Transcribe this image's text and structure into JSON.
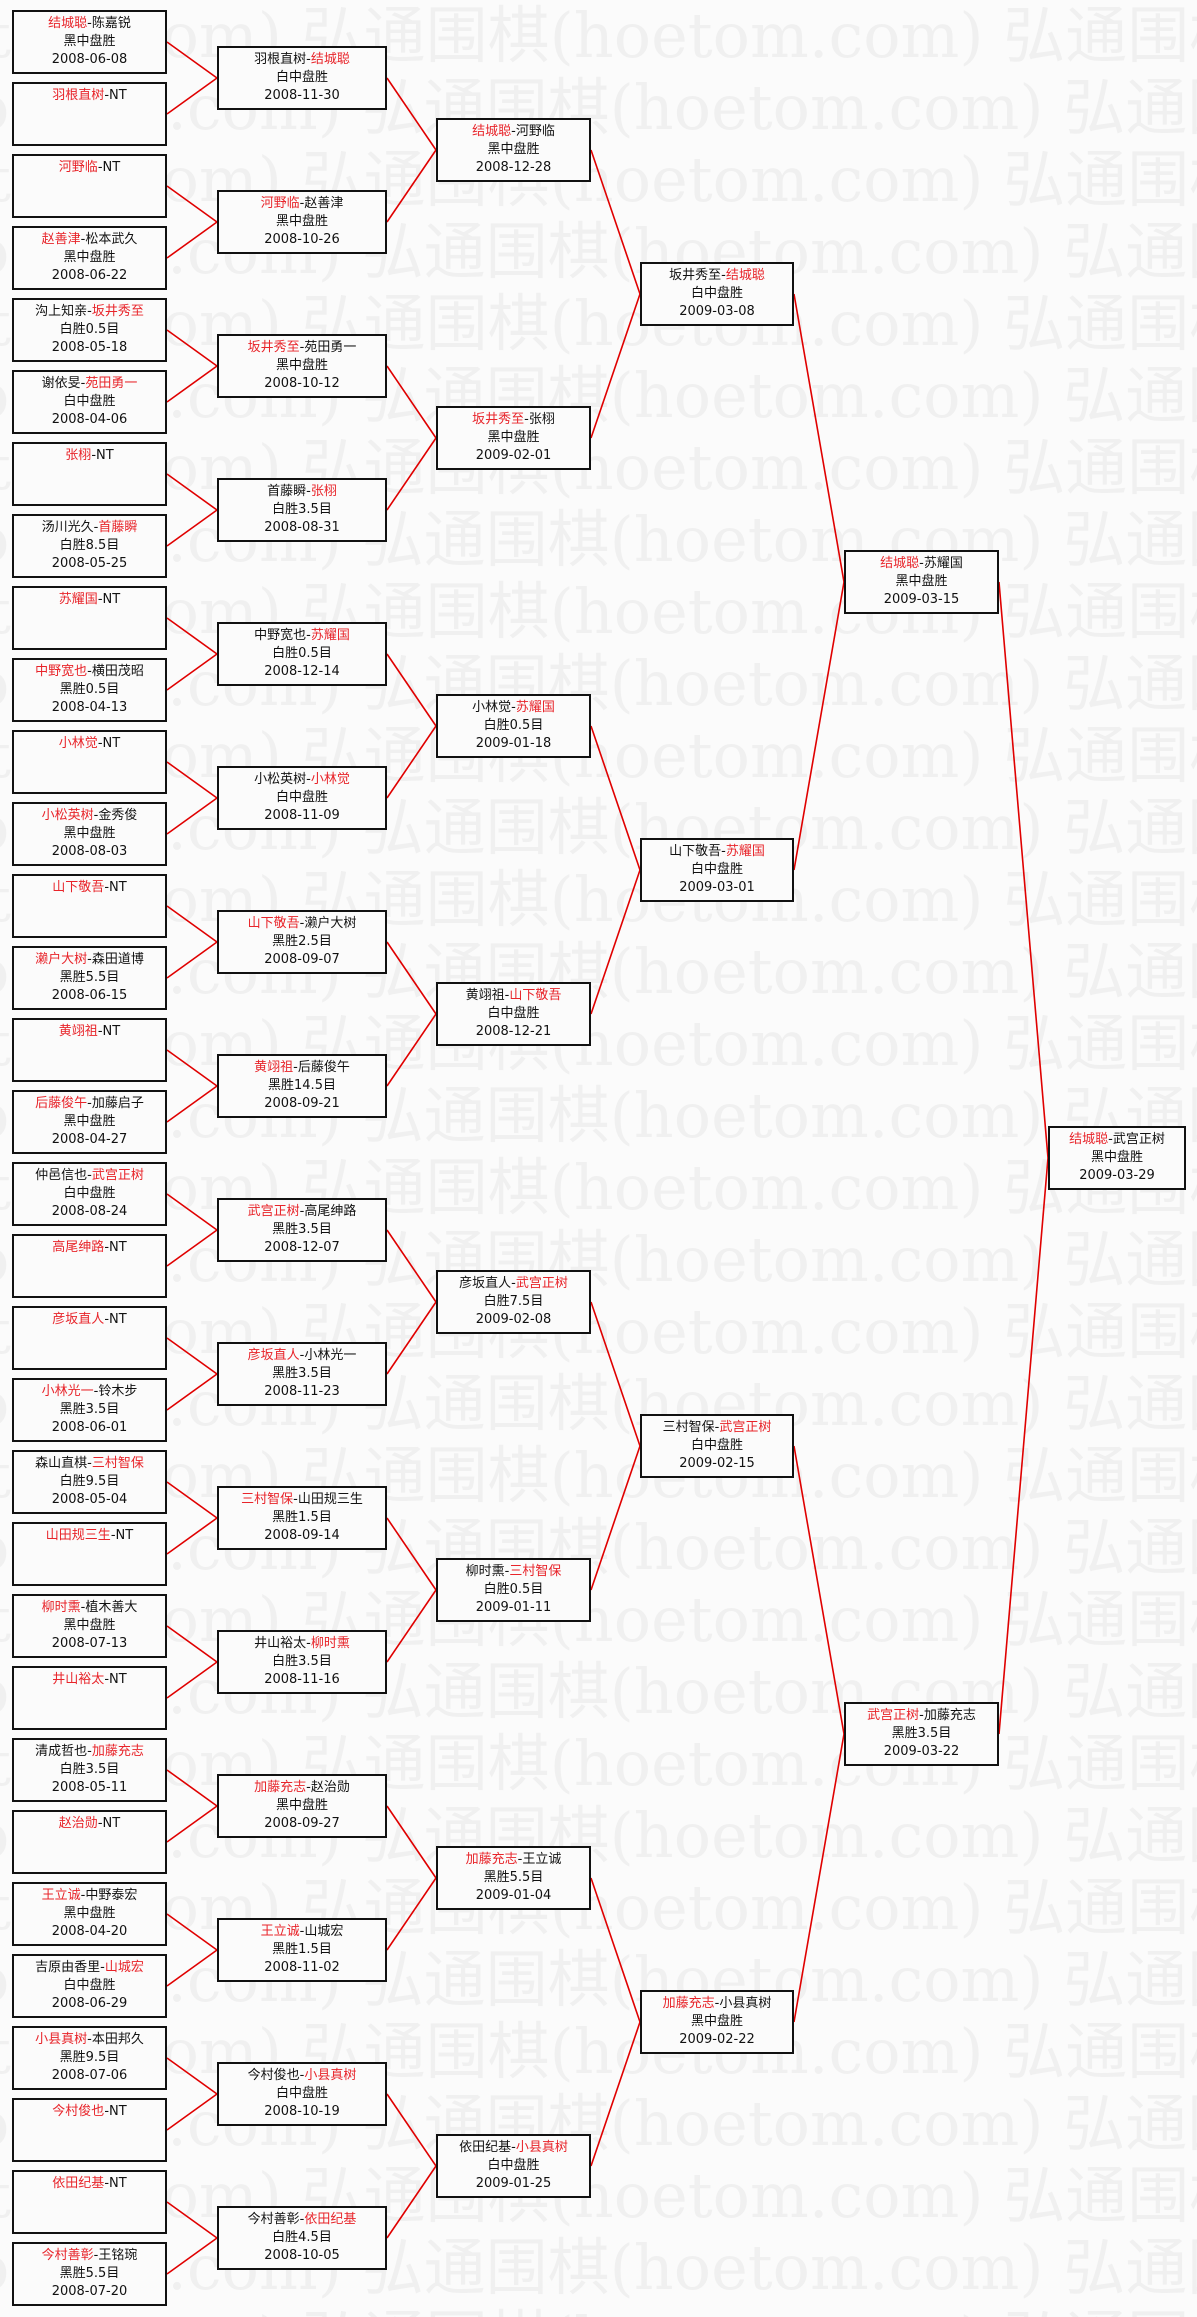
{
  "watermark": "弘通围棋(hoetom.com)",
  "colors": {
    "winner": "#e8242a",
    "line": "#e00000",
    "border": "#111111"
  },
  "nt_label": "NT",
  "rounds": [
    [
      {
        "p1": "结城聪",
        "p2": "陈嘉锐",
        "winner": 1,
        "result": "黑中盘胜",
        "date": "2008-06-08"
      },
      {
        "p1": "羽根直树",
        "p2": "NT",
        "winner": 1,
        "result": "",
        "date": ""
      },
      {
        "p1": "河野临",
        "p2": "NT",
        "winner": 1,
        "result": "",
        "date": ""
      },
      {
        "p1": "赵善津",
        "p2": "松本武久",
        "winner": 1,
        "result": "黑中盘胜",
        "date": "2008-06-22"
      },
      {
        "p1": "沟上知亲",
        "p2": "坂井秀至",
        "winner": 2,
        "result": "白胜0.5目",
        "date": "2008-05-18"
      },
      {
        "p1": "谢依旻",
        "p2": "苑田勇一",
        "winner": 2,
        "result": "白中盘胜",
        "date": "2008-04-06"
      },
      {
        "p1": "张栩",
        "p2": "NT",
        "winner": 1,
        "result": "",
        "date": ""
      },
      {
        "p1": "汤川光久",
        "p2": "首藤瞬",
        "winner": 2,
        "result": "白胜8.5目",
        "date": "2008-05-25"
      },
      {
        "p1": "苏耀国",
        "p2": "NT",
        "winner": 1,
        "result": "",
        "date": ""
      },
      {
        "p1": "中野宽也",
        "p2": "横田茂昭",
        "winner": 1,
        "result": "黑胜0.5目",
        "date": "2008-04-13"
      },
      {
        "p1": "小林觉",
        "p2": "NT",
        "winner": 1,
        "result": "",
        "date": ""
      },
      {
        "p1": "小松英树",
        "p2": "金秀俊",
        "winner": 1,
        "result": "黑中盘胜",
        "date": "2008-08-03"
      },
      {
        "p1": "山下敬吾",
        "p2": "NT",
        "winner": 1,
        "result": "",
        "date": ""
      },
      {
        "p1": "濑户大树",
        "p2": "森田道博",
        "winner": 1,
        "result": "黑胜5.5目",
        "date": "2008-06-15"
      },
      {
        "p1": "黄翊祖",
        "p2": "NT",
        "winner": 1,
        "result": "",
        "date": ""
      },
      {
        "p1": "后藤俊午",
        "p2": "加藤启子",
        "winner": 1,
        "result": "黑中盘胜",
        "date": "2008-04-27"
      },
      {
        "p1": "仲邑信也",
        "p2": "武宫正树",
        "winner": 2,
        "result": "白中盘胜",
        "date": "2008-08-24"
      },
      {
        "p1": "高尾绅路",
        "p2": "NT",
        "winner": 1,
        "result": "",
        "date": ""
      },
      {
        "p1": "彦坂直人",
        "p2": "NT",
        "winner": 1,
        "result": "",
        "date": ""
      },
      {
        "p1": "小林光一",
        "p2": "铃木步",
        "winner": 1,
        "result": "黑胜3.5目",
        "date": "2008-06-01"
      },
      {
        "p1": "森山直棋",
        "p2": "三村智保",
        "winner": 2,
        "result": "白胜9.5目",
        "date": "2008-05-04"
      },
      {
        "p1": "山田规三生",
        "p2": "NT",
        "winner": 1,
        "result": "",
        "date": ""
      },
      {
        "p1": "柳时熏",
        "p2": "植木善大",
        "winner": 1,
        "result": "黑中盘胜",
        "date": "2008-07-13"
      },
      {
        "p1": "井山裕太",
        "p2": "NT",
        "winner": 1,
        "result": "",
        "date": ""
      },
      {
        "p1": "清成哲也",
        "p2": "加藤充志",
        "winner": 2,
        "result": "白胜3.5目",
        "date": "2008-05-11"
      },
      {
        "p1": "赵治勋",
        "p2": "NT",
        "winner": 1,
        "result": "",
        "date": ""
      },
      {
        "p1": "王立诚",
        "p2": "中野泰宏",
        "winner": 1,
        "result": "黑中盘胜",
        "date": "2008-04-20"
      },
      {
        "p1": "吉原由香里",
        "p2": "山城宏",
        "winner": 2,
        "result": "白中盘胜",
        "date": "2008-06-29"
      },
      {
        "p1": "小县真树",
        "p2": "本田邦久",
        "winner": 1,
        "result": "黑胜9.5目",
        "date": "2008-07-06"
      },
      {
        "p1": "今村俊也",
        "p2": "NT",
        "winner": 1,
        "result": "",
        "date": ""
      },
      {
        "p1": "依田纪基",
        "p2": "NT",
        "winner": 1,
        "result": "",
        "date": ""
      },
      {
        "p1": "今村善彰",
        "p2": "王铭琬",
        "winner": 1,
        "result": "黑胜5.5目",
        "date": "2008-07-20"
      }
    ],
    [
      {
        "p1": "羽根直树",
        "p2": "结城聪",
        "winner": 2,
        "result": "白中盘胜",
        "date": "2008-11-30"
      },
      {
        "p1": "河野临",
        "p2": "赵善津",
        "winner": 1,
        "result": "黑中盘胜",
        "date": "2008-10-26"
      },
      {
        "p1": "坂井秀至",
        "p2": "苑田勇一",
        "winner": 1,
        "result": "黑中盘胜",
        "date": "2008-10-12"
      },
      {
        "p1": "首藤瞬",
        "p2": "张栩",
        "winner": 2,
        "result": "白胜3.5目",
        "date": "2008-08-31"
      },
      {
        "p1": "中野宽也",
        "p2": "苏耀国",
        "winner": 2,
        "result": "白胜0.5目",
        "date": "2008-12-14"
      },
      {
        "p1": "小松英树",
        "p2": "小林觉",
        "winner": 2,
        "result": "白中盘胜",
        "date": "2008-11-09"
      },
      {
        "p1": "山下敬吾",
        "p2": "濑户大树",
        "winner": 1,
        "result": "黑胜2.5目",
        "date": "2008-09-07"
      },
      {
        "p1": "黄翊祖",
        "p2": "后藤俊午",
        "winner": 1,
        "result": "黑胜14.5目",
        "date": "2008-09-21"
      },
      {
        "p1": "武宫正树",
        "p2": "高尾绅路",
        "winner": 1,
        "result": "黑胜3.5目",
        "date": "2008-12-07"
      },
      {
        "p1": "彦坂直人",
        "p2": "小林光一",
        "winner": 1,
        "result": "黑胜3.5目",
        "date": "2008-11-23"
      },
      {
        "p1": "三村智保",
        "p2": "山田规三生",
        "winner": 1,
        "result": "黑胜1.5目",
        "date": "2008-09-14"
      },
      {
        "p1": "井山裕太",
        "p2": "柳时熏",
        "winner": 2,
        "result": "白胜3.5目",
        "date": "2008-11-16"
      },
      {
        "p1": "加藤充志",
        "p2": "赵治勋",
        "winner": 1,
        "result": "黑中盘胜",
        "date": "2008-09-27"
      },
      {
        "p1": "王立诚",
        "p2": "山城宏",
        "winner": 1,
        "result": "黑胜1.5目",
        "date": "2008-11-02"
      },
      {
        "p1": "今村俊也",
        "p2": "小县真树",
        "winner": 2,
        "result": "白中盘胜",
        "date": "2008-10-19"
      },
      {
        "p1": "今村善彰",
        "p2": "依田纪基",
        "winner": 2,
        "result": "白胜4.5目",
        "date": "2008-10-05"
      }
    ],
    [
      {
        "p1": "结城聪",
        "p2": "河野临",
        "winner": 1,
        "result": "黑中盘胜",
        "date": "2008-12-28"
      },
      {
        "p1": "坂井秀至",
        "p2": "张栩",
        "winner": 1,
        "result": "黑中盘胜",
        "date": "2009-02-01"
      },
      {
        "p1": "小林觉",
        "p2": "苏耀国",
        "winner": 2,
        "result": "白胜0.5目",
        "date": "2009-01-18"
      },
      {
        "p1": "黄翊祖",
        "p2": "山下敬吾",
        "winner": 2,
        "result": "白中盘胜",
        "date": "2008-12-21"
      },
      {
        "p1": "彦坂直人",
        "p2": "武宫正树",
        "winner": 2,
        "result": "白胜7.5目",
        "date": "2009-02-08"
      },
      {
        "p1": "柳时熏",
        "p2": "三村智保",
        "winner": 2,
        "result": "白胜0.5目",
        "date": "2009-01-11"
      },
      {
        "p1": "加藤充志",
        "p2": "王立诚",
        "winner": 1,
        "result": "黑胜5.5目",
        "date": "2009-01-04"
      },
      {
        "p1": "依田纪基",
        "p2": "小县真树",
        "winner": 2,
        "result": "白中盘胜",
        "date": "2009-01-25"
      }
    ],
    [
      {
        "p1": "坂井秀至",
        "p2": "结城聪",
        "winner": 2,
        "result": "白中盘胜",
        "date": "2009-03-08"
      },
      {
        "p1": "山下敬吾",
        "p2": "苏耀国",
        "winner": 2,
        "result": "白中盘胜",
        "date": "2009-03-01"
      },
      {
        "p1": "三村智保",
        "p2": "武宫正树",
        "winner": 2,
        "result": "白中盘胜",
        "date": "2009-02-15"
      },
      {
        "p1": "加藤充志",
        "p2": "小县真树",
        "winner": 1,
        "result": "黑中盘胜",
        "date": "2009-02-22"
      }
    ],
    [
      {
        "p1": "结城聪",
        "p2": "苏耀国",
        "winner": 1,
        "result": "黑中盘胜",
        "date": "2009-03-15"
      },
      {
        "p1": "武宫正树",
        "p2": "加藤充志",
        "winner": 1,
        "result": "黑胜3.5目",
        "date": "2009-03-22"
      }
    ],
    [
      {
        "p1": "结城聪",
        "p2": "武宫正树",
        "winner": 1,
        "result": "黑中盘胜",
        "date": "2009-03-29"
      }
    ]
  ]
}
